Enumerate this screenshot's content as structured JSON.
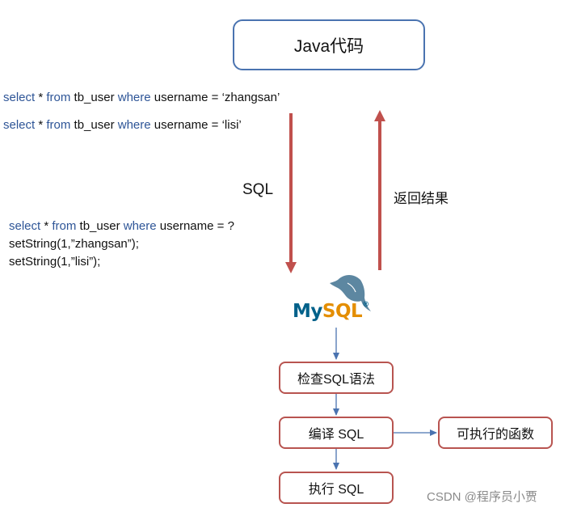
{
  "java_box": {
    "label": "Java代码"
  },
  "sql_statements": [
    {
      "select": "select",
      "star": " * ",
      "from": "from",
      "table": " tb_user ",
      "where": "where",
      "condition": " username = ‘zhangsan’"
    },
    {
      "select": "select",
      "star": " * ",
      "from": "from",
      "table": " tb_user ",
      "where": "where",
      "condition": " username = ‘lisi’"
    }
  ],
  "prepared": {
    "select": "select",
    "star": " * ",
    "from": "from",
    "table": " tb_user ",
    "where": "where",
    "condition": " username = ?",
    "line2": "setString(1,”zhangsan”);",
    "line3": "setString(1,”lisi”);"
  },
  "labels": {
    "sql": "SQL",
    "return_result": "返回结果"
  },
  "mysql_logo": {
    "text_my": "My",
    "text_sql": "SQL",
    "reg": "®"
  },
  "steps": {
    "check_syntax": "检查SQL语法",
    "compile": "编译 SQL",
    "executable_function": "可执行的函数",
    "execute": "执行 SQL"
  },
  "watermark": "CSDN @程序员小贾",
  "colors": {
    "blue_border": "#4a73b0",
    "red_border": "#b85450",
    "down_arrow": "#c0504d",
    "flow_arrow": "#4a73b0",
    "keyword": "#2e5597"
  }
}
